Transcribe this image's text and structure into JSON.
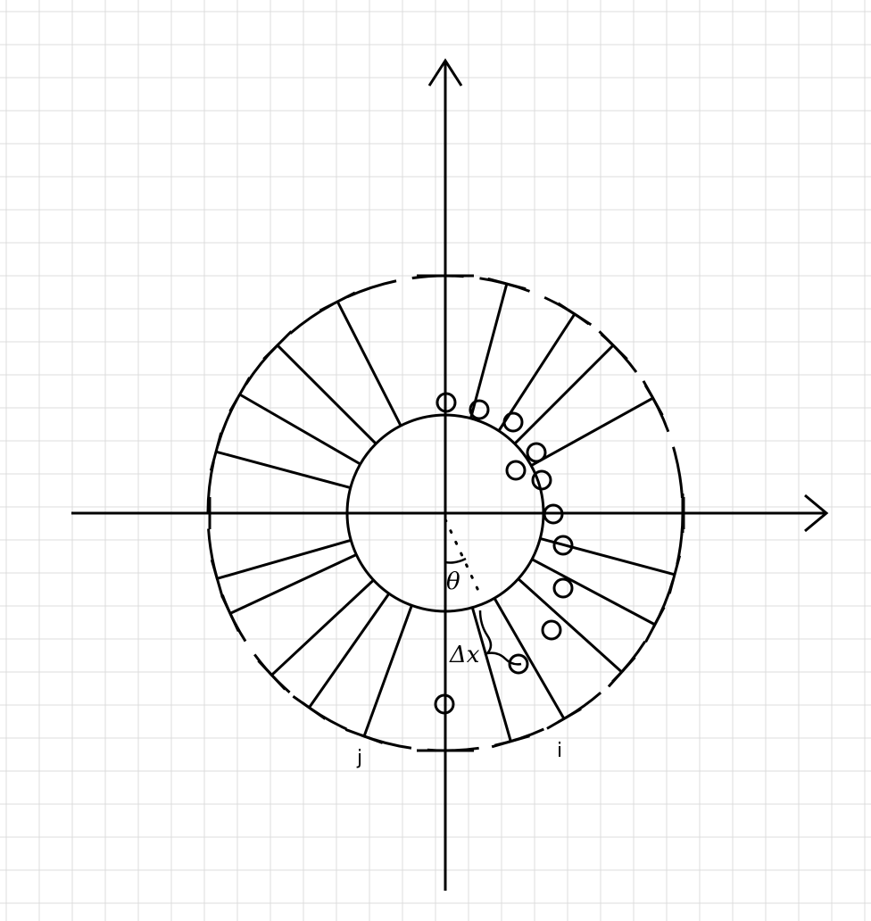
{
  "diagram": {
    "labels": {
      "theta": "θ",
      "delta_x": "Δx",
      "ray_i": "i",
      "ray_j": "j"
    }
  }
}
